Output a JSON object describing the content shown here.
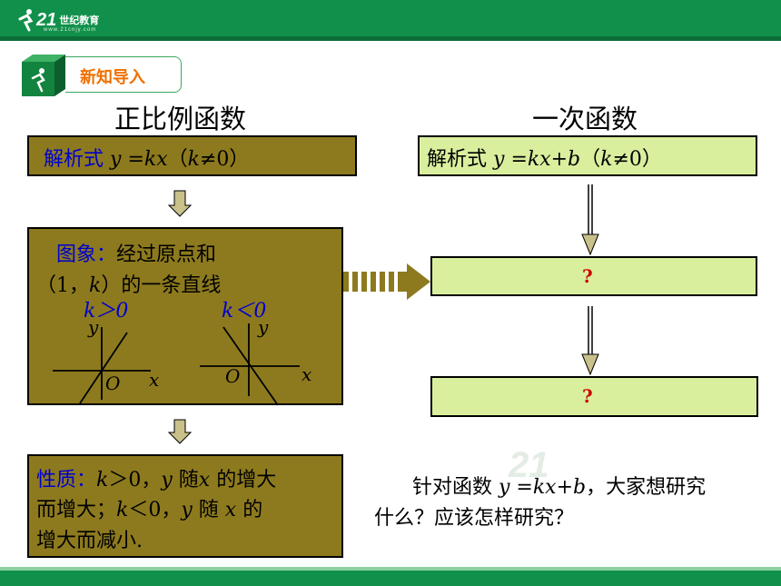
{
  "header": {
    "logo_number": "21",
    "logo_cn": "世纪教育",
    "logo_url": "www.21cnjy.com"
  },
  "section": {
    "title": "新知导入"
  },
  "left": {
    "title": "正比例函数",
    "formula": {
      "label": "解析式",
      "expr": "y =kx",
      "cond_open": "（",
      "cond_k": "k",
      "cond_rest": "≠0）"
    },
    "graph": {
      "label": "图象：",
      "line1": "经过原点和",
      "line2_open": "（1，",
      "line2_k": "k",
      "line2_rest": "）的一条直线",
      "case_pos": "k＞0",
      "case_neg": "k＜0",
      "axis_y": "y",
      "axis_x": "x",
      "origin": "O"
    },
    "property": {
      "label": "性质：",
      "line1_k": "k",
      "line1_a": "＞0，",
      "line1_y": "y",
      "line1_b": " 随",
      "line1_x": "x",
      "line1_c": " 的增大",
      "line2_a": "而增大；",
      "line2_k": "k",
      "line2_b": "＜0，",
      "line2_y": "y",
      "line2_c": " 随 ",
      "line2_x": "x",
      "line2_d": " 的",
      "line3": "增大而减小."
    }
  },
  "right": {
    "title": "一次函数",
    "formula": {
      "label": "解析式",
      "expr": "y =kx+b",
      "cond_open": "（",
      "cond_k": "k",
      "cond_rest": "≠0）"
    },
    "box2": "?",
    "box3": "?"
  },
  "question": {
    "line1_a": "针对函数 ",
    "line1_expr": "y =kx+b",
    "line1_b": "，大家想研究",
    "line2": "什么？应该怎样研究？"
  },
  "colors": {
    "green": "#10904a",
    "olive": "#8d7a1e",
    "lime": "#d9ef9e",
    "blue": "#0000cc",
    "red": "#cc0000",
    "orange": "#f07000"
  }
}
